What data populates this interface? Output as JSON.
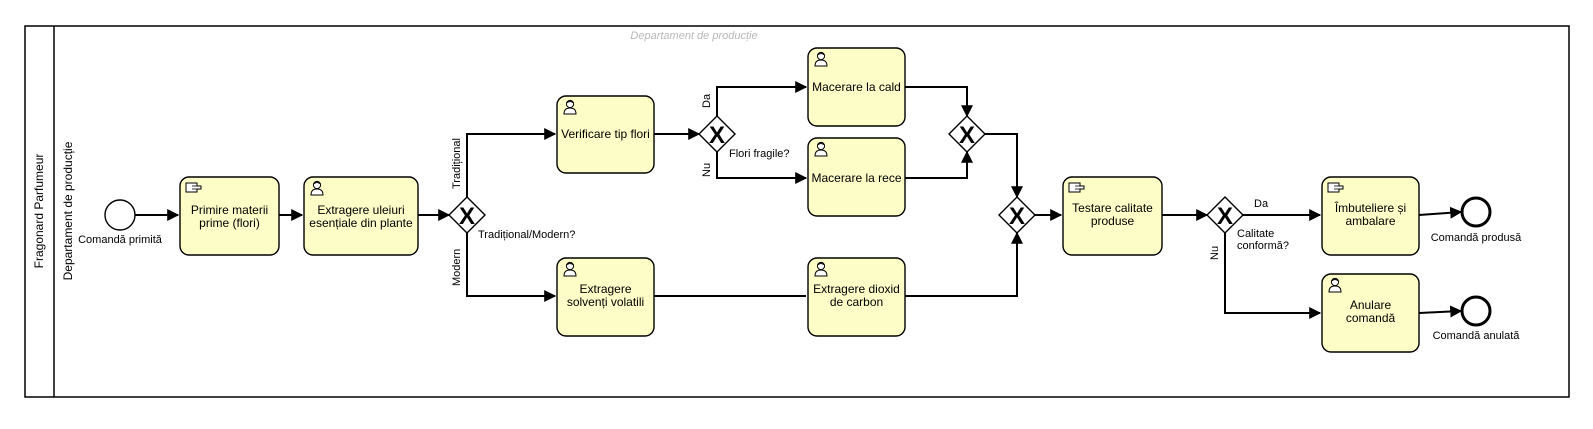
{
  "pool": {
    "name": "Fragonard Parfumeur"
  },
  "lane": {
    "name": "Departament de producție",
    "watermark": "Departament de producție"
  },
  "start_event": {
    "label": "Comandă primită"
  },
  "tasks": {
    "primire": {
      "type": "manual",
      "lines": [
        "Primire materii",
        "prime (flori)"
      ]
    },
    "extragere_uleiuri": {
      "type": "user",
      "lines": [
        "Extragere uleiuri",
        "esențiale din plante"
      ]
    },
    "verificare": {
      "type": "user",
      "lines": [
        "Verificare tip flori"
      ]
    },
    "macerare_cald": {
      "type": "user",
      "lines": [
        "Macerare la cald"
      ]
    },
    "macerare_rece": {
      "type": "user",
      "lines": [
        "Macerare la rece"
      ]
    },
    "extragere_solventi": {
      "type": "user",
      "lines": [
        "Extragere",
        "solvenți volatili"
      ]
    },
    "extragere_co2": {
      "type": "user",
      "lines": [
        "Extragere dioxid",
        "de carbon"
      ]
    },
    "testare": {
      "type": "manual",
      "lines": [
        "Testare calitate",
        "produse"
      ]
    },
    "imbuteliere": {
      "type": "manual",
      "lines": [
        "Îmbuteliere și",
        "ambalare"
      ]
    },
    "anulare": {
      "type": "user",
      "lines": [
        "Anulare",
        "comandă"
      ]
    }
  },
  "gateways": {
    "g1": {
      "label": "Tradițional/Modern?",
      "symbol": "X"
    },
    "g2": {
      "label": "Flori fragile?",
      "symbol": "X"
    },
    "g3": {
      "symbol": "X"
    },
    "g4": {
      "symbol": "X"
    },
    "g5": {
      "lines": [
        "Calitate",
        "conformă?"
      ],
      "symbol": "X"
    }
  },
  "flow_labels": {
    "traditional": "Tradițional",
    "modern": "Modern",
    "da_top": "Da",
    "nu_top": "Nu",
    "da_bottom": "Da",
    "nu_bottom": "Nu"
  },
  "end_events": {
    "produsa": {
      "label": "Comandă produsă"
    },
    "anulata": {
      "label": "Comandă anulată"
    }
  }
}
